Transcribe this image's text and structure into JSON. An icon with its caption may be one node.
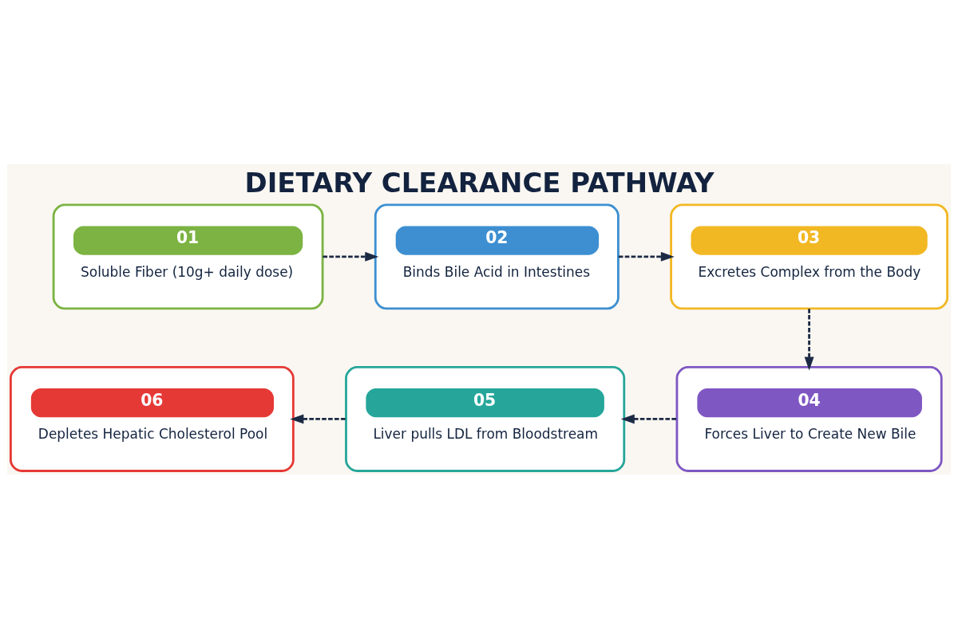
{
  "diagram": {
    "title": "DIETARY CLEARANCE PATHWAY",
    "nodes": [
      {
        "text": [
          "01",
          "Soluble Fiber (10g+ daily dose)"
        ]
      },
      {
        "text": [
          "02",
          "Binds Bile Acid in Intestines"
        ]
      },
      {
        "text": [
          "03",
          "Excretes Complex from the Body"
        ]
      },
      {
        "text": [
          "04",
          "Forces Liver to Create New Bile"
        ]
      },
      {
        "text": [
          "05",
          "Liver pulls LDL from Bloodstream"
        ]
      },
      {
        "text": [
          "06",
          "Depletes Hepatic Cholesterol Pool"
        ]
      }
    ],
    "edges": [
      {
        "from": 0,
        "to": 1,
        "arrow": "to",
        "style": "dashed"
      },
      {
        "from": 1,
        "to": 2,
        "arrow": "to",
        "style": "dashed"
      },
      {
        "from": 2,
        "to": 3,
        "arrow": "to",
        "style": "dashed"
      },
      {
        "from": 3,
        "to": 4,
        "arrow": "to",
        "style": "dashed"
      },
      {
        "from": 4,
        "to": 5,
        "arrow": "to",
        "style": "dashed"
      }
    ]
  }
}
